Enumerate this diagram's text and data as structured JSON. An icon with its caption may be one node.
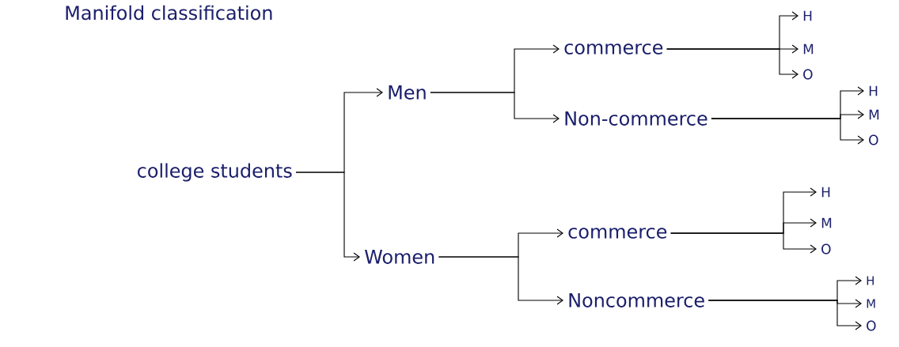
{
  "diagram": {
    "title": "Manifold classification",
    "nodes": [
      {
        "text": [
          "college students"
        ]
      },
      {
        "text": [
          "Men"
        ]
      },
      {
        "text": [
          "Women"
        ]
      },
      {
        "text": [
          "commerce"
        ]
      },
      {
        "text": [
          "Non-commerce"
        ]
      },
      {
        "text": [
          "commerce"
        ]
      },
      {
        "text": [
          "Noncommerce"
        ]
      },
      {
        "text": [
          "H"
        ]
      },
      {
        "text": [
          "M"
        ]
      },
      {
        "text": [
          "O"
        ]
      },
      {
        "text": [
          "H"
        ]
      },
      {
        "text": [
          "M"
        ]
      },
      {
        "text": [
          "O"
        ]
      },
      {
        "text": [
          "H"
        ]
      },
      {
        "text": [
          "M"
        ]
      },
      {
        "text": [
          "O"
        ]
      },
      {
        "text": [
          "H"
        ]
      },
      {
        "text": [
          "M"
        ]
      },
      {
        "text": [
          "O"
        ]
      }
    ],
    "edges": [
      {
        "from": 0,
        "to": 1,
        "arrow": "to"
      },
      {
        "from": 0,
        "to": 2,
        "arrow": "to"
      },
      {
        "from": 1,
        "to": 3,
        "arrow": "to"
      },
      {
        "from": 1,
        "to": 4,
        "arrow": "to"
      },
      {
        "from": 2,
        "to": 5,
        "arrow": "to"
      },
      {
        "from": 2,
        "to": 6,
        "arrow": "to"
      },
      {
        "from": 3,
        "to": 7,
        "arrow": "to"
      },
      {
        "from": 3,
        "to": 8,
        "arrow": "to"
      },
      {
        "from": 3,
        "to": 9,
        "arrow": "to"
      },
      {
        "from": 4,
        "to": 10,
        "arrow": "to"
      },
      {
        "from": 4,
        "to": 11,
        "arrow": "to"
      },
      {
        "from": 4,
        "to": 12,
        "arrow": "to"
      },
      {
        "from": 5,
        "to": 13,
        "arrow": "to"
      },
      {
        "from": 5,
        "to": 14,
        "arrow": "to"
      },
      {
        "from": 5,
        "to": 15,
        "arrow": "to"
      },
      {
        "from": 6,
        "to": 16,
        "arrow": "to"
      },
      {
        "from": 6,
        "to": 17,
        "arrow": "to"
      },
      {
        "from": 6,
        "to": 18,
        "arrow": "to"
      }
    ]
  }
}
